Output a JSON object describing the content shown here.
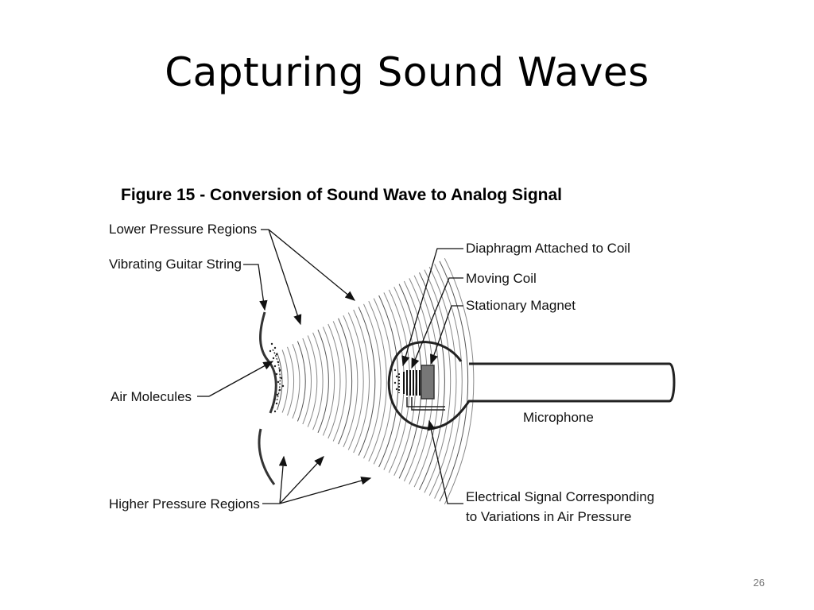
{
  "slide": {
    "title": "Capturing Sound Waves",
    "page_number": "26"
  },
  "figure": {
    "caption": "Figure 15 - Conversion of Sound Wave to Analog Signal",
    "labels": {
      "lower_pressure": "Lower Pressure Regions",
      "guitar_string": "Vibrating Guitar String",
      "air_molecules": "Air Molecules",
      "higher_pressure": "Higher Pressure Regions",
      "diaphragm": "Diaphragm Attached to Coil",
      "moving_coil": "Moving Coil",
      "magnet": "Stationary Magnet",
      "microphone": "Microphone",
      "signal_line1": "Electrical Signal Corresponding",
      "signal_line2": "to Variations in Air Pressure"
    }
  }
}
